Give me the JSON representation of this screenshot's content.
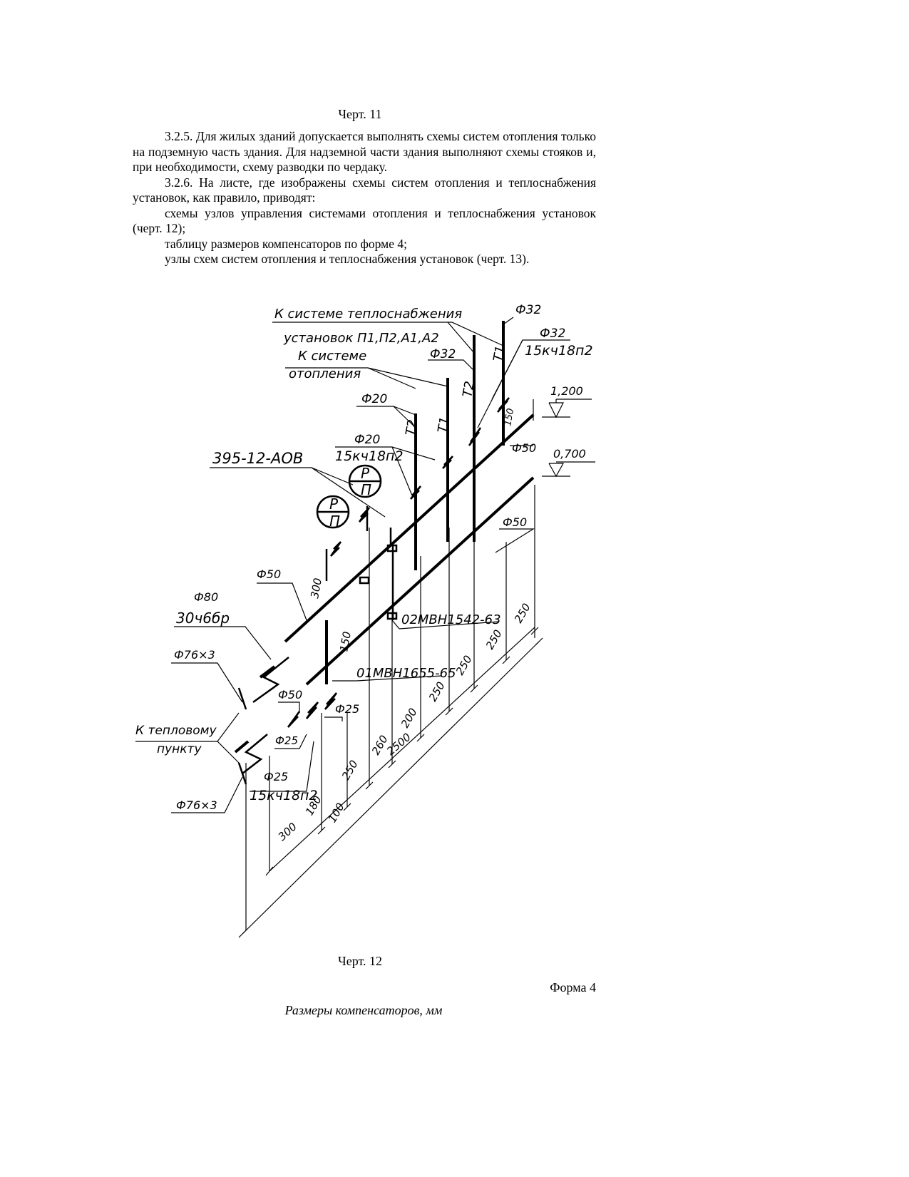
{
  "caption_top": "Черт. 11",
  "paragraphs": [
    "3.2.5. Для жилых зданий допускается выполнять схемы систем отопления только на подземную часть здания. Для надземной части здания выполняют схемы стояков и, при необходимости, схему разводки по чердаку.",
    "3.2.6. На листе, где изображены схемы систем отопления и теплоснабжения установок, как правило, приводят:",
    "схемы узлов управления системами отопления и теплоснабжения установок (черт. 12);",
    "таблицу размеров компенсаторов по форме 4;",
    "узлы схем систем отопления и теплоснабжения установок (черт. 13)."
  ],
  "diagram": {
    "label_heat_supply_1": "К системе теплоснабжения",
    "label_heat_supply_2": "установок П1,П2,А1,А2",
    "label_heating_1": "К системе",
    "label_heating_2": "отопления",
    "label_to_point_1": "К тепловому",
    "label_to_point_2": "пункту",
    "dia32_a": "Ф32",
    "dia32_b": "Ф32",
    "dia32_c": "Ф32",
    "valve_15kch18p2_a": "15кч18п2",
    "dia20_a": "Ф20",
    "dia20_b": "Ф20",
    "valve_15kch18p2_b": "15кч18п2",
    "ref_395": "395-12-АОВ",
    "dia50_a": "Ф50",
    "dia50_b": "Ф50",
    "dia50_c": "Ф50",
    "dia50_d": "Ф50",
    "dia80": "Ф80",
    "valve_30ch6br": "30ч6бр",
    "dia76_a": "Ф76×3",
    "dia76_b": "Ф76×3",
    "dia25_a": "Ф25",
    "dia25_b": "Ф25",
    "dia25_c": "Ф25",
    "valve_15kch18p2_c": "15кч18п2",
    "gauge_a_top": "Р",
    "gauge_a_bottom": "П",
    "gauge_b_top": "Р",
    "gauge_b_bottom": "П",
    "elev_1200": "1,200",
    "elev_0700": "0,700",
    "therm_1": "02МВН1542-63",
    "therm_2": "01МВН1655-65",
    "pipe_T1_a": "Т1",
    "pipe_T2_a": "Т2",
    "pipe_T1_b": "Т1",
    "pipe_T2_b": "Т2",
    "dim_150_a": "150",
    "dim_150_b": "150",
    "dim_300_a": "300",
    "dim_300_b": "300",
    "dim_180": "180",
    "dim_100": "100",
    "dim_250_a": "250",
    "dim_260": "260",
    "dim_200": "200",
    "dim_250_b": "250",
    "dim_250_c": "250",
    "dim_250_d": "250",
    "dim_250_e": "250",
    "dim_2500": "2500"
  },
  "caption_bottom": "Черт. 12",
  "form_label": "Форма 4",
  "table_title": "Размеры компенсаторов, мм"
}
